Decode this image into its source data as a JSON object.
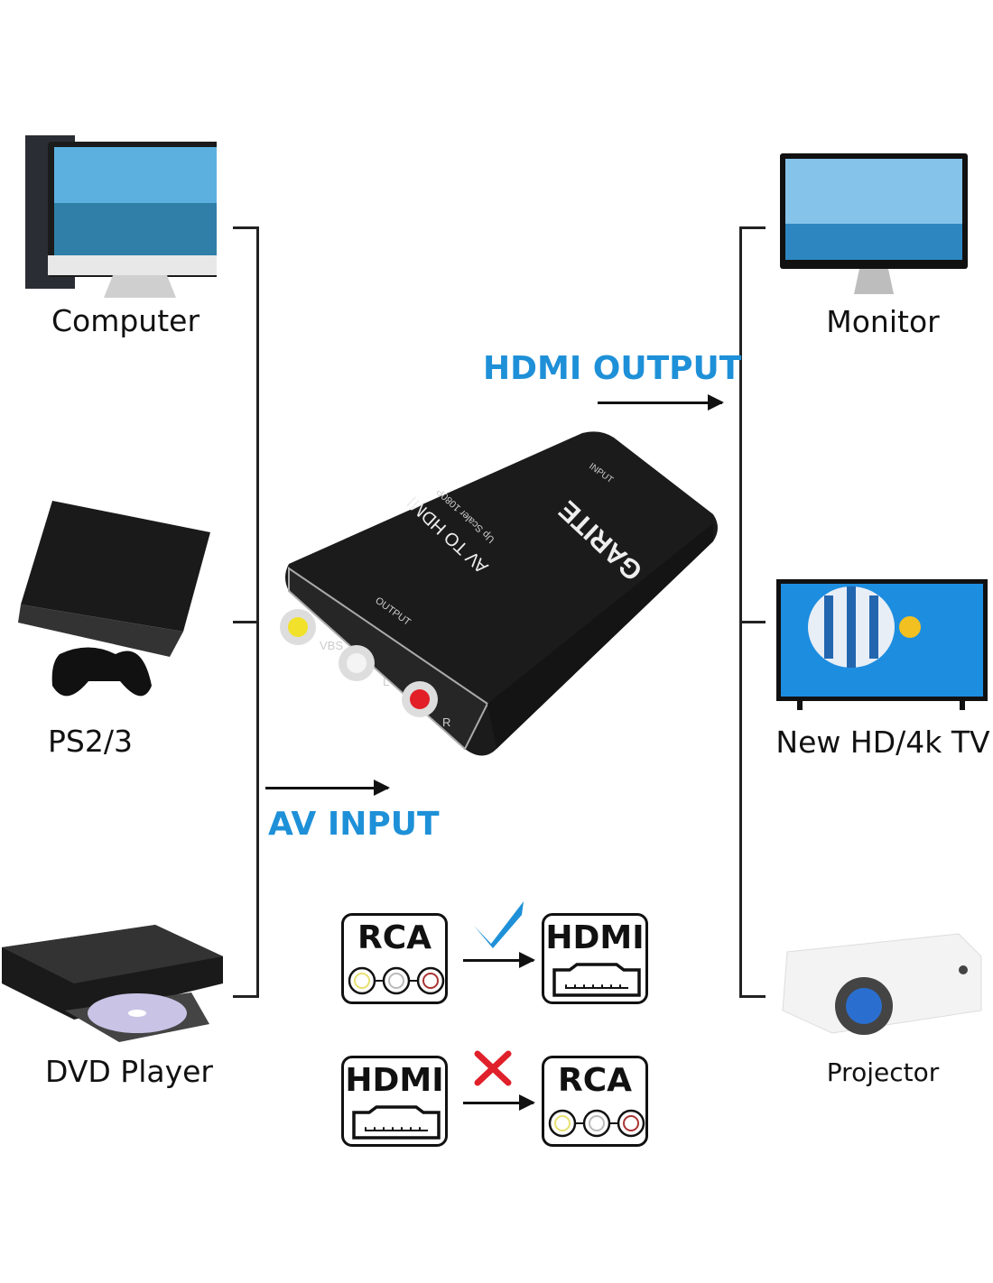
{
  "sources": [
    {
      "label": "Computer",
      "icon": "computer-icon"
    },
    {
      "label": "PS2/3",
      "icon": "game-console-icon"
    },
    {
      "label": "DVD Player",
      "icon": "dvd-player-icon"
    }
  ],
  "displays": [
    {
      "label": "Monitor",
      "icon": "monitor-icon"
    },
    {
      "label": "New HD/4k TV",
      "icon": "tv-icon"
    },
    {
      "label": "Projector",
      "icon": "projector-icon"
    }
  ],
  "flow": {
    "output_label": "HDMI OUTPUT",
    "input_label": "AV INPUT",
    "accent": "#1e90d8"
  },
  "device": {
    "brand": "GARITE",
    "title": "AV TO HDMI",
    "subtitle": "Up Scaler 1080P",
    "input_port": "INPUT",
    "output_port": "OUTPUT",
    "port_labels": [
      "VBS",
      "L",
      "R"
    ]
  },
  "compatibility": [
    {
      "from": "RCA",
      "to": "HDMI",
      "supported": true,
      "mark": "check-icon",
      "mark_color": "#1e90d8"
    },
    {
      "from": "HDMI",
      "to": "RCA",
      "supported": false,
      "mark": "cross-icon",
      "mark_color": "#e0202a"
    }
  ]
}
